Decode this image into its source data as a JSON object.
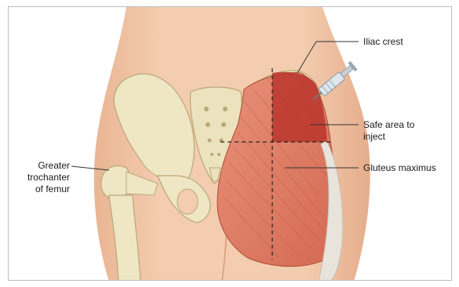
{
  "labels": {
    "iliac_crest": "Iliac crest",
    "safe_area": [
      "Safe area to",
      "inject"
    ],
    "gluteus_maximus": "Gluteus maximus",
    "greater_trochanter": [
      "Greater",
      "trochanter",
      "of femur"
    ]
  },
  "colors": {
    "skin": "#f2c6a6",
    "bone": "#ede4c0",
    "muscle": "#e07a62",
    "safe_area": "#c0392b",
    "leader_line": "#333333"
  }
}
